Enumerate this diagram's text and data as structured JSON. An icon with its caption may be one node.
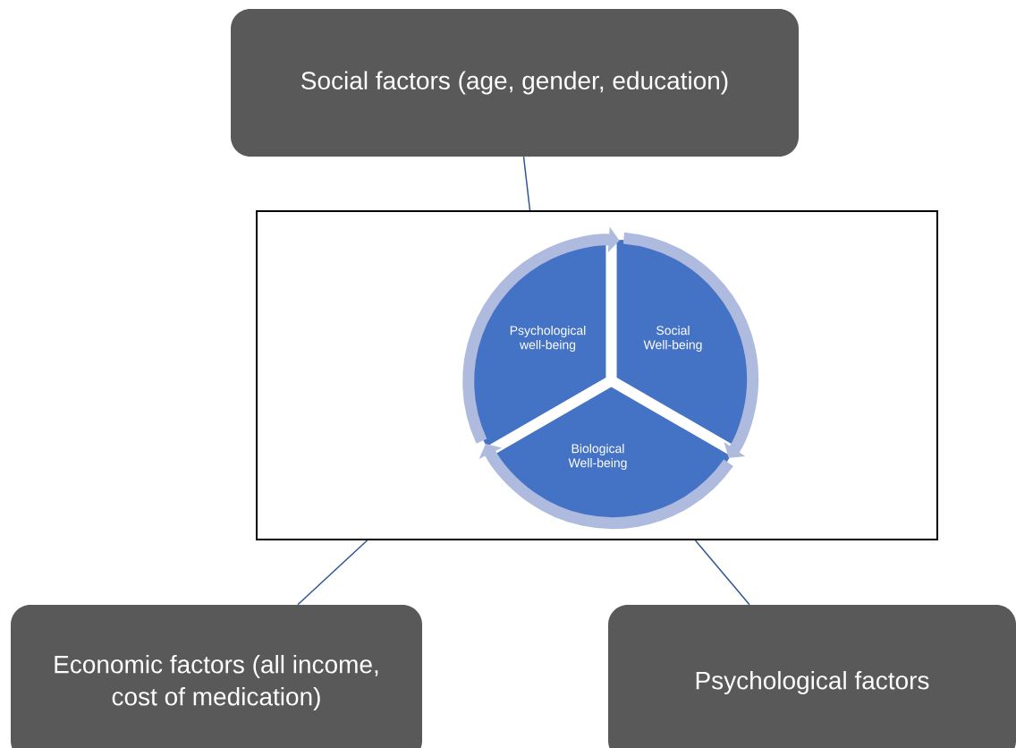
{
  "diagram": {
    "nodes": [
      {
        "text": [
          "Social factors (age, gender, education)"
        ]
      },
      {
        "text": [],
        "shape": "box"
      },
      {
        "text": [
          "Psychological well-being"
        ],
        "in": 1
      },
      {
        "text": [
          "Social Well-being"
        ],
        "in": 1
      },
      {
        "text": [
          "Biological Well-being"
        ],
        "in": 1
      },
      {
        "text": [
          "Economic factors (all income, cost of medication)"
        ]
      },
      {
        "text": [
          "Psychological factors"
        ]
      }
    ],
    "edges": [
      {
        "from": 0,
        "to": 1,
        "arrow": "none"
      },
      {
        "from": 1,
        "to": 5,
        "arrow": "none"
      },
      {
        "from": 1,
        "to": 6,
        "arrow": "none"
      },
      {
        "from": 2,
        "to": 3,
        "arrow": "to",
        "style": "thick",
        "color": "#aebbdf"
      },
      {
        "from": 3,
        "to": 4,
        "arrow": "to",
        "style": "thick",
        "color": "#aebbdf"
      },
      {
        "from": 4,
        "to": 2,
        "arrow": "to",
        "style": "thick",
        "color": "#aebbdf"
      }
    ]
  }
}
